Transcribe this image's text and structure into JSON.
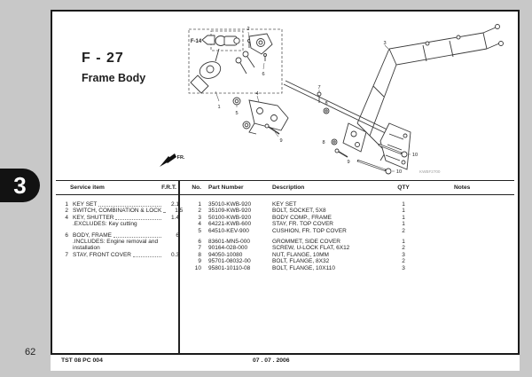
{
  "colors": {
    "background": "#c8c8c8",
    "page": "#ffffff",
    "ink": "#1f1f1f",
    "line": "#222222",
    "tab_bg": "#121212",
    "watermark": "#a0a0a0"
  },
  "page_number": "62",
  "section_tab": "3",
  "header": {
    "code": "F - 27",
    "title": "Frame Body"
  },
  "diagram": {
    "ref_label": "F-14",
    "direction_label": "FR.",
    "drawing_code": "KWBF2700",
    "callouts": [
      "1",
      "2",
      "6",
      "3",
      "4",
      "5",
      "7",
      "8",
      "9",
      "8",
      "9",
      "10",
      "10"
    ]
  },
  "service_table": {
    "headers": {
      "item": "Service item",
      "frt": "F.R.T."
    },
    "rows": [
      {
        "no": "1",
        "name": "KEY SET",
        "frt": "2.1"
      },
      {
        "no": "2",
        "name": "SWITCH, COMBINATION & LOCK",
        "frt": "1.5"
      },
      {
        "no": "4",
        "name": "KEY, SHUTTER",
        "frt": "1.4"
      },
      {
        "no": "",
        "name": ".EXCLUDES: Key cutting",
        "frt": ""
      },
      {
        "no": "6",
        "name": "BODY, FRAME",
        "frt": "6",
        "gap_before": true
      },
      {
        "no": "",
        "name": ".INCLUDES: Engine removal and",
        "frt": ""
      },
      {
        "no": "",
        "name": "installation",
        "frt": ""
      },
      {
        "no": "7",
        "name": "STAY, FRONT COVER",
        "frt": "0.3"
      }
    ]
  },
  "parts_table": {
    "headers": {
      "no": "No.",
      "part_number": "Part Number",
      "description": "Description",
      "qty": "QTY",
      "notes": "Notes"
    },
    "rows": [
      {
        "no": "1",
        "part": "35010-KWB-920",
        "desc": "KEY SET",
        "qty": "1",
        "notes": ""
      },
      {
        "no": "2",
        "part": "35109-KWB-920",
        "desc": "BOLT, SOCKET, 5X8",
        "qty": "1",
        "notes": ""
      },
      {
        "no": "3",
        "part": "50100-KWB-920",
        "desc": "BODY COMP., FRAME",
        "qty": "1",
        "notes": ""
      },
      {
        "no": "4",
        "part": "64221-KWB-600",
        "desc": "STAY, FR. TOP COVER",
        "qty": "1",
        "notes": ""
      },
      {
        "no": "5",
        "part": "64510-KEV-900",
        "desc": "CUSHION, FR. TOP COVER",
        "qty": "2",
        "notes": ""
      },
      {
        "no": "6",
        "part": "83601-MN5-000",
        "desc": "GROMMET, SIDE COVER",
        "qty": "1",
        "notes": "",
        "gap_before": true
      },
      {
        "no": "7",
        "part": "90164-028-000",
        "desc": "SCREW, U-LOCK FLAT, 6X12",
        "qty": "2",
        "notes": ""
      },
      {
        "no": "8",
        "part": "94050-10080",
        "desc": "NUT, FLANGE, 10MM",
        "qty": "3",
        "notes": ""
      },
      {
        "no": "9",
        "part": "95701-08032-00",
        "desc": "BOLT, FLANGE, 8X32",
        "qty": "2",
        "notes": ""
      },
      {
        "no": "10",
        "part": "95801-10110-08",
        "desc": "BOLT, FLANGE, 10X110",
        "qty": "3",
        "notes": ""
      }
    ]
  },
  "footer": {
    "doc_code": "TST 08 PC 004",
    "date": "07 . 07 . 2006"
  }
}
